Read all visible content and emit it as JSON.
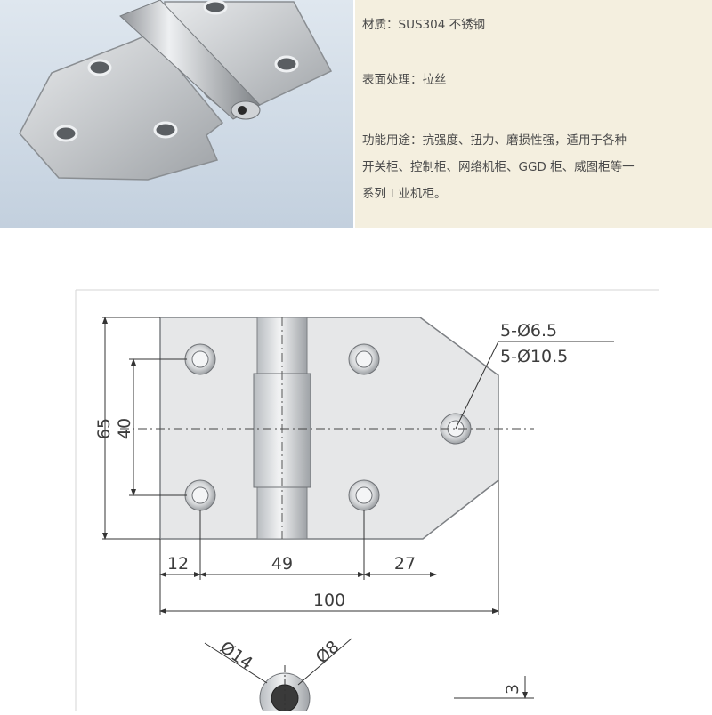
{
  "specs": {
    "material": "材质：SUS304 不锈钢",
    "surface": "表面处理：拉丝",
    "usage_line1": "功能用途：抗强度、扭力、磨损性强，适用于各种",
    "usage_line2": "开关柜、控制柜、网络机柜、GGD 柜、威图柜等一",
    "usage_line3": "系列工业机柜。"
  },
  "drawing": {
    "hole_small": "5-Ø6.5",
    "hole_large": "5-Ø10.5",
    "height_total": "65",
    "height_holes": "40",
    "dim_12": "12",
    "dim_49": "49",
    "dim_27": "27",
    "width_total": "100",
    "pin_outer": "Ø14",
    "pin_inner": "Ø8",
    "thickness": "3"
  },
  "colors": {
    "photo_bg": "#cdd9e6",
    "spec_bg": "#f4efdf",
    "steel": "#c9ccd0"
  }
}
